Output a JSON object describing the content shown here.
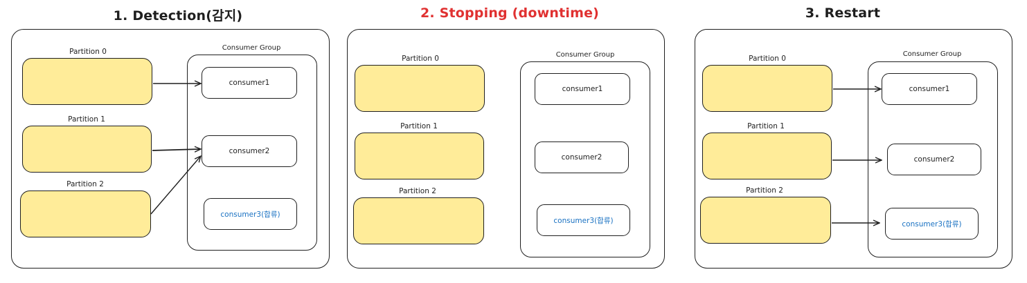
{
  "colors": {
    "partition_fill": "#ffec99",
    "stroke": "#1e1e1e",
    "highlight_title": "#e03131",
    "special_consumer": "#1971c2"
  },
  "panels": [
    {
      "title": "1. Detection(감지)",
      "group_label": "Consumer Group",
      "partitions": [
        "Partition 0",
        "Partition 1",
        "Partition 2"
      ],
      "consumers": [
        "consumer1",
        "consumer2",
        "consumer3(합류)"
      ],
      "arrows": "p0->c1, p1->c2, p2->c2"
    },
    {
      "title": "2. Stopping (downtime)",
      "group_label": "Consumer Group",
      "partitions": [
        "Partition 0",
        "Partition 1",
        "Partition 2"
      ],
      "consumers": [
        "consumer1",
        "consumer2",
        "consumer3(합류)"
      ],
      "arrows": "none"
    },
    {
      "title": "3. Restart",
      "group_label": "Consumer Group",
      "partitions": [
        "Partition 0",
        "Partition 1",
        "Partition 2"
      ],
      "consumers": [
        "consumer1",
        "consumer2",
        "consumer3(합류)"
      ],
      "arrows": "p0->c1, p1->c2, p2->c3"
    }
  ]
}
